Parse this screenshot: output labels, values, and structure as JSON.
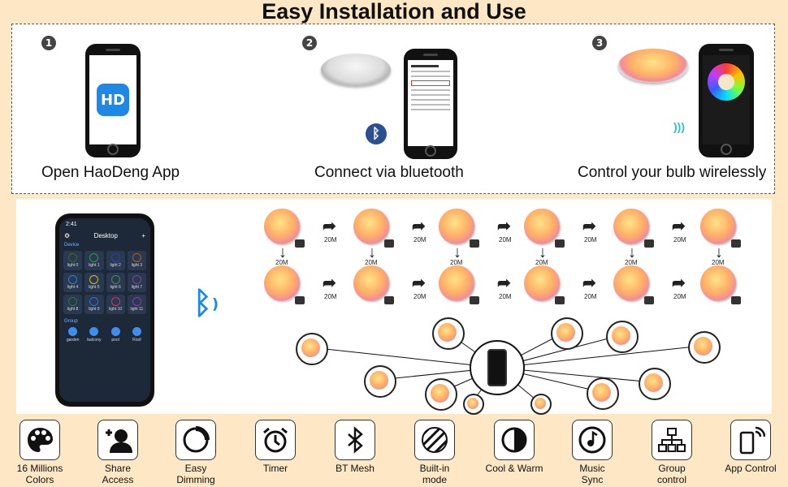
{
  "title": "Easy Installation and Use",
  "steps": [
    {
      "num": "1",
      "label": "Open HaoDeng App"
    },
    {
      "num": "2",
      "label": "Connect via bluetooth"
    },
    {
      "num": "3",
      "label": "Control your bulb wirelessly"
    }
  ],
  "app_logo_text": "HD",
  "chain_distance": "20M",
  "phone_screen": {
    "time": "2:41",
    "header": "Desktop",
    "section": "Device",
    "devices": [
      "light 0",
      "light 1",
      "light 2",
      "light 3",
      "light 4",
      "light 5",
      "light 6",
      "light 7",
      "light 8",
      "light 9",
      "light 10",
      "light 11"
    ],
    "group_section": "Group",
    "groups": [
      "garden",
      "balcony",
      "pool",
      "Roof"
    ]
  },
  "features": [
    {
      "label": "16 Millions\nColors",
      "icon": "palette-icon"
    },
    {
      "label": "Share\nAccess",
      "icon": "share-user-icon"
    },
    {
      "label": "Easy\nDimming",
      "icon": "dimming-icon"
    },
    {
      "label": "Timer",
      "icon": "alarm-clock-icon"
    },
    {
      "label": "BT Mesh",
      "icon": "bluetooth-icon"
    },
    {
      "label": "Built-in\nmode",
      "icon": "stripes-icon"
    },
    {
      "label": "Cool & Warm",
      "icon": "half-moon-icon"
    },
    {
      "label": "Music\nSync",
      "icon": "music-note-icon"
    },
    {
      "label": "Group\ncontrol",
      "icon": "hierarchy-icon"
    },
    {
      "label": "App Control",
      "icon": "phone-signal-icon"
    }
  ],
  "colors": {
    "bluetooth": "#1e88e5",
    "accent_warm": "#ffb166",
    "pink": "#f28a9a"
  }
}
